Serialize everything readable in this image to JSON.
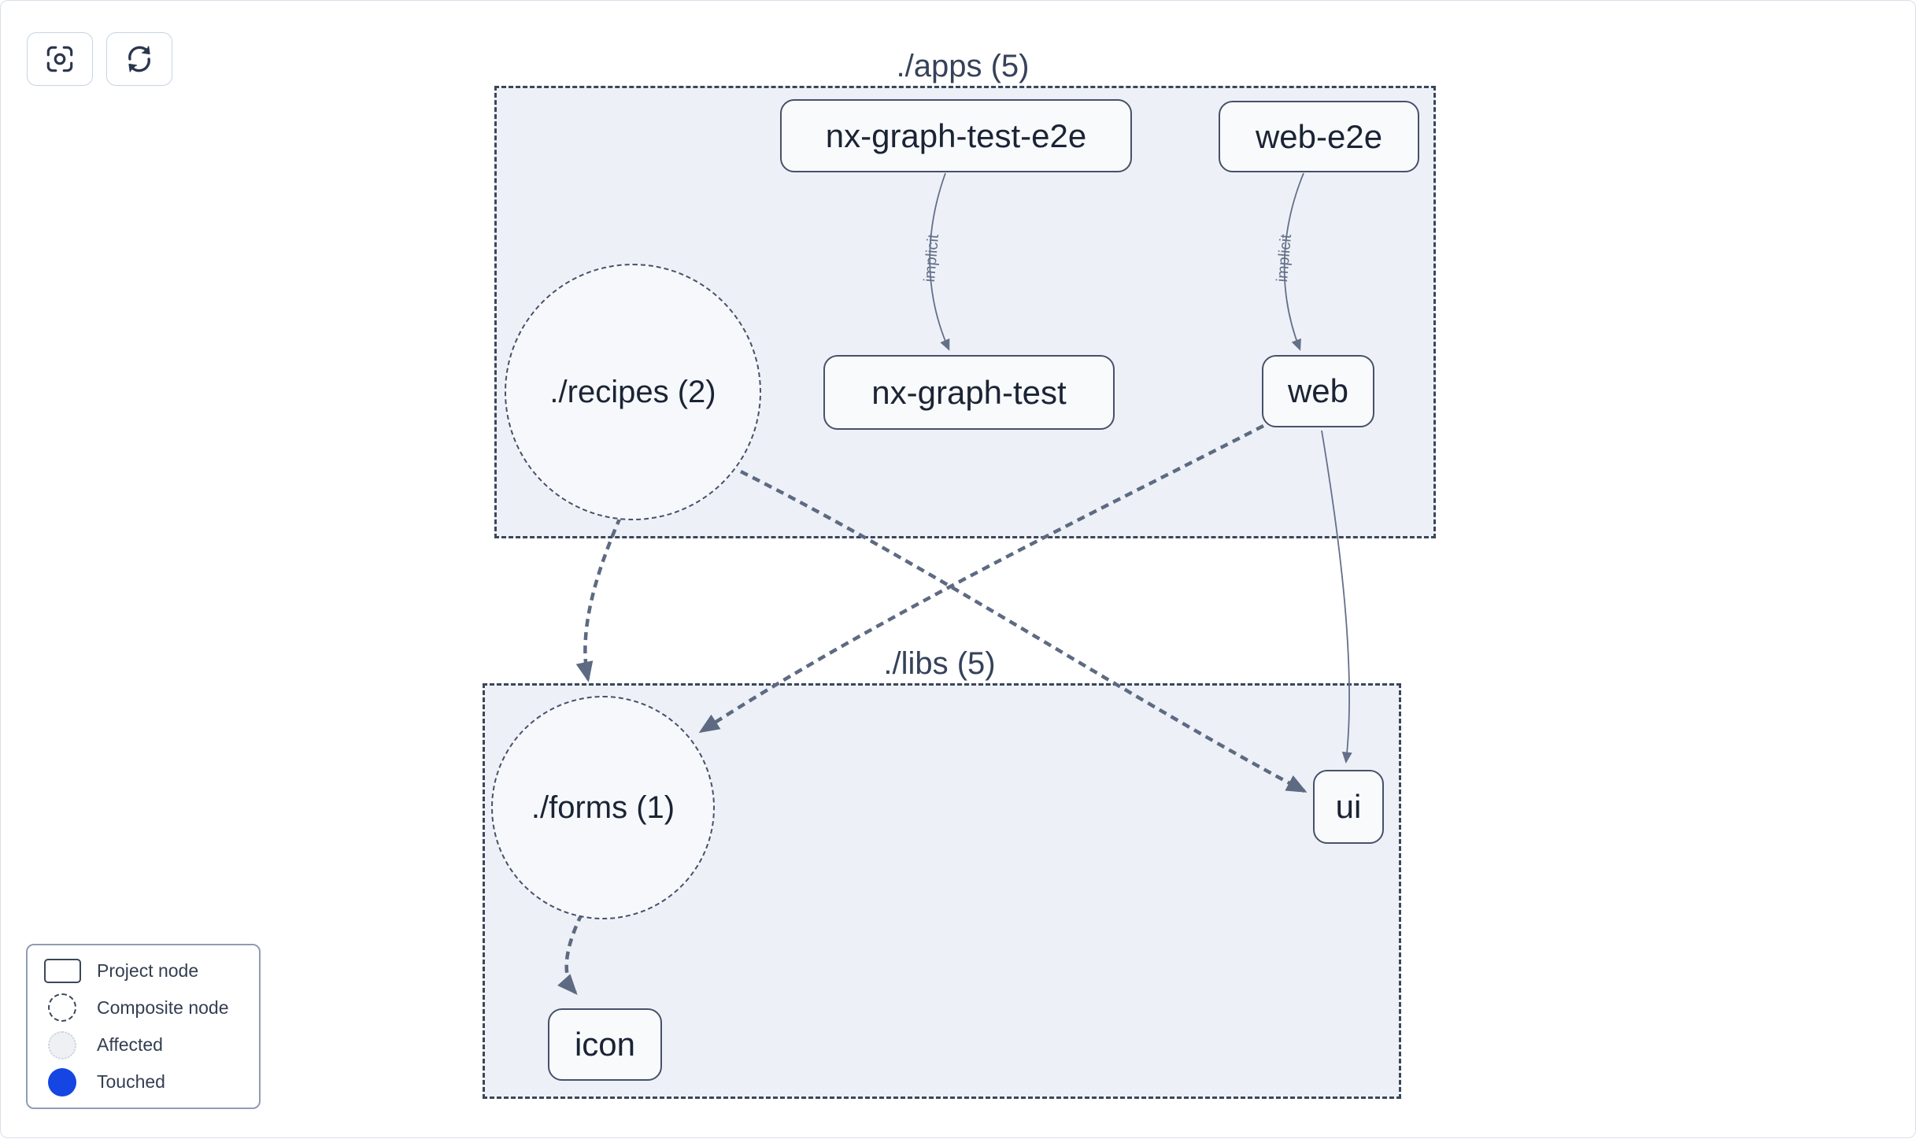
{
  "toolbar": {
    "buttons": [
      {
        "icon": "focus-icon",
        "action": "zoom-to-fit"
      },
      {
        "icon": "refresh-icon",
        "action": "refresh-graph"
      }
    ]
  },
  "groups": [
    {
      "id": "apps",
      "label": "./apps (5)"
    },
    {
      "id": "libs",
      "label": "./libs (5)"
    }
  ],
  "nodes": [
    {
      "id": "nx-graph-test-e2e",
      "label": "nx-graph-test-e2e",
      "type": "project",
      "group": "apps"
    },
    {
      "id": "web-e2e",
      "label": "web-e2e",
      "type": "project",
      "group": "apps"
    },
    {
      "id": "recipes",
      "label": "./recipes (2)",
      "type": "composite",
      "group": "apps"
    },
    {
      "id": "nx-graph-test",
      "label": "nx-graph-test",
      "type": "project",
      "group": "apps"
    },
    {
      "id": "web",
      "label": "web",
      "type": "project",
      "group": "apps"
    },
    {
      "id": "forms",
      "label": "./forms (1)",
      "type": "composite",
      "group": "libs"
    },
    {
      "id": "ui",
      "label": "ui",
      "type": "project",
      "group": "libs"
    },
    {
      "id": "icon",
      "label": "icon",
      "type": "project",
      "group": "libs"
    }
  ],
  "edges": [
    {
      "from": "nx-graph-test-e2e",
      "to": "nx-graph-test",
      "label": "implicit",
      "style": "solid"
    },
    {
      "from": "web-e2e",
      "to": "web",
      "label": "implicit",
      "style": "solid"
    },
    {
      "from": "recipes",
      "to": "forms",
      "label": "",
      "style": "dashed"
    },
    {
      "from": "recipes",
      "to": "ui",
      "label": "",
      "style": "dashed"
    },
    {
      "from": "web",
      "to": "forms",
      "label": "",
      "style": "dashed"
    },
    {
      "from": "web",
      "to": "ui",
      "label": "",
      "style": "solid"
    },
    {
      "from": "forms",
      "to": "icon",
      "label": "",
      "style": "dashed"
    }
  ],
  "legend": {
    "items": [
      {
        "swatch": "project",
        "label": "Project node"
      },
      {
        "swatch": "composite",
        "label": "Composite node"
      },
      {
        "swatch": "affected",
        "label": "Affected"
      },
      {
        "swatch": "touched",
        "label": "Touched"
      }
    ]
  },
  "colors": {
    "touched_blue": "#1545e3",
    "edge_gray": "#5d6a82",
    "node_border": "#475169",
    "group_fill": "#edf1f7",
    "group_border": "#3b4659",
    "text_dark": "#1b2434",
    "muted_label": "#64708a"
  }
}
